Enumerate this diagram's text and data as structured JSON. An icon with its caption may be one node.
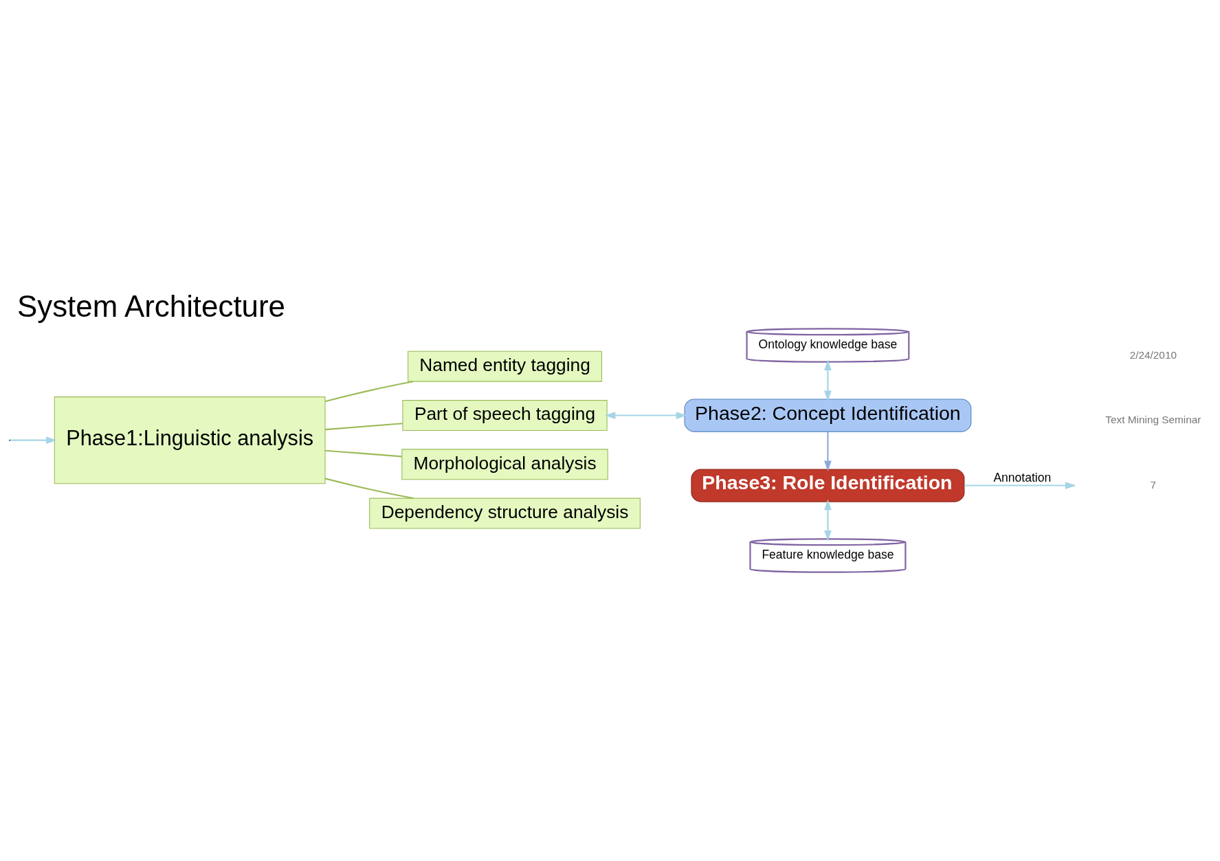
{
  "diagram": {
    "title": "System Architecture",
    "nodes": [
      {
        "text": [
          "Phase1:Linguistic analysis"
        ]
      },
      {
        "text": [
          "Named entity tagging"
        ]
      },
      {
        "text": [
          "Part of speech tagging"
        ]
      },
      {
        "text": [
          "Morphological analysis"
        ]
      },
      {
        "text": [
          "Dependency structure analysis"
        ]
      },
      {
        "text": [
          "Ontology knowledge base"
        ]
      },
      {
        "text": [
          "Phase2: Concept Identification"
        ]
      },
      {
        "text": [
          "Phase3: Role Identification"
        ]
      },
      {
        "text": [
          "Feature knowledge base"
        ]
      }
    ],
    "edges": [
      {
        "from": null,
        "to": 0,
        "arrow": "to"
      },
      {
        "from": 0,
        "to": 1,
        "arrow": "none",
        "color": "#9bbb59"
      },
      {
        "from": 0,
        "to": 2,
        "arrow": "none",
        "color": "#9bbb59"
      },
      {
        "from": 0,
        "to": 3,
        "arrow": "none",
        "color": "#9bbb59"
      },
      {
        "from": 0,
        "to": 4,
        "arrow": "none",
        "color": "#9bbb59"
      },
      {
        "from": 2,
        "to": 6,
        "arrow": "both"
      },
      {
        "from": 5,
        "to": 6,
        "arrow": "both"
      },
      {
        "from": 6,
        "to": 7,
        "arrow": "to",
        "color": "#8ea9db"
      },
      {
        "from": 7,
        "to": 8,
        "arrow": "both"
      },
      {
        "from": 7,
        "to": null,
        "arrow": "to",
        "label": "Annotation"
      }
    ],
    "labels": [
      "2/24/2010",
      "Text Mining Seminar",
      "7"
    ]
  }
}
